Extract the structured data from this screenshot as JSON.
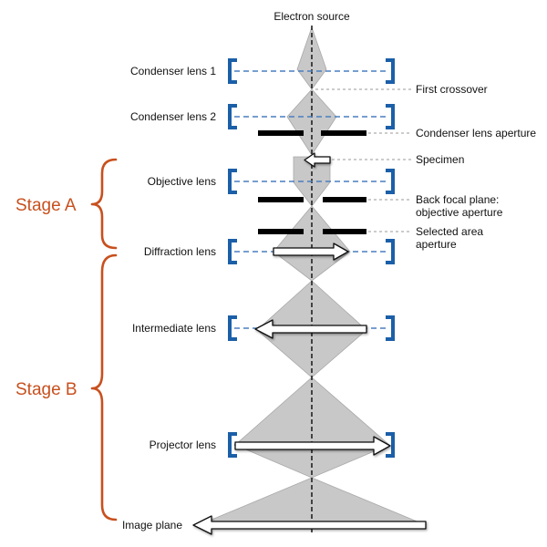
{
  "labels": {
    "electron_source": "Electron source",
    "condenser_lens_1": "Condenser lens 1",
    "condenser_lens_2": "Condenser lens 2",
    "objective_lens": "Objective lens",
    "diffraction_lens": "Diffraction lens",
    "intermediate_lens": "Intermediate lens",
    "projector_lens": "Projector lens",
    "image_plane": "Image plane",
    "first_crossover": "First crossover",
    "condenser_lens_aperture": "Condenser lens aperture",
    "specimen": "Specimen",
    "back_focal_plane_line1": "Back focal plane:",
    "back_focal_plane_line2": "objective aperture",
    "selected_area_line1": "Selected area",
    "selected_area_line2": "aperture"
  },
  "stages": {
    "stage_a": "Stage A",
    "stage_b": "Stage B"
  },
  "colors": {
    "lens_bracket": "#1b5fa8",
    "lens_dash": "#4a7fc0",
    "beam_fill": "#c8c8c8",
    "beam_edge": "#a8a8a8",
    "aperture": "#000000",
    "stage_brace": "#c8501e",
    "leader_line": "#9a9a9a"
  },
  "icons": {
    "image_arrow": "arrow-icon"
  }
}
